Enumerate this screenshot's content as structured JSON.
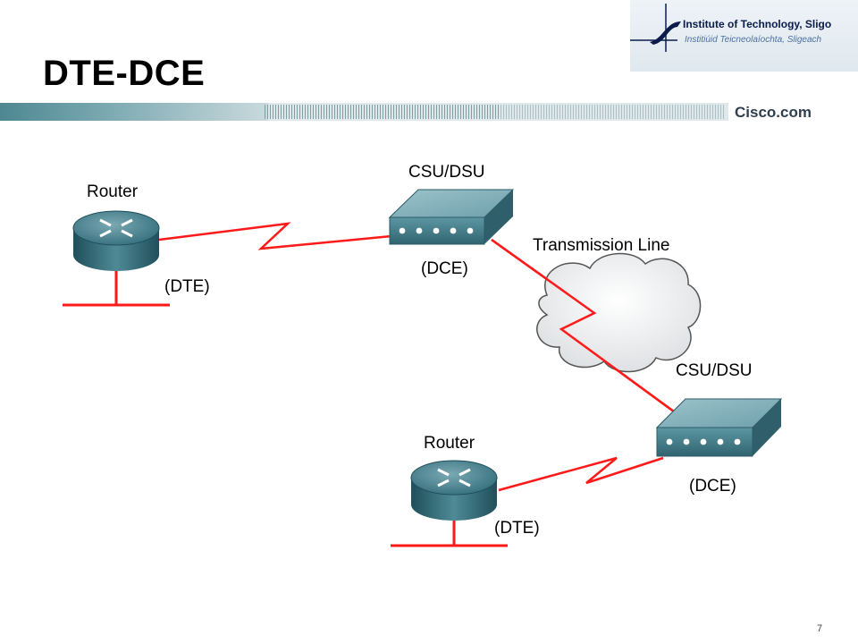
{
  "slide": {
    "title": "DTE-DCE",
    "page_number": "7",
    "logo": {
      "name": "Institute of Technology, Sligo",
      "irish_name": "Institiúid Teicneolaíochta, Sligeach"
    },
    "brand": "Cisco.com"
  },
  "diagram": {
    "router_1": {
      "label": "Router",
      "role": "(DTE)"
    },
    "csu_1": {
      "label": "CSU/DSU",
      "role": "(DCE)"
    },
    "cloud": {
      "label": "Transmission Line"
    },
    "csu_2": {
      "label": "CSU/DSU",
      "role": "(DCE)"
    },
    "router_2": {
      "label": "Router",
      "role": "(DTE)"
    }
  },
  "colors": {
    "link": "#ff1a1a",
    "device": "#3f7f8f",
    "header_band": "#5b8f9a"
  }
}
